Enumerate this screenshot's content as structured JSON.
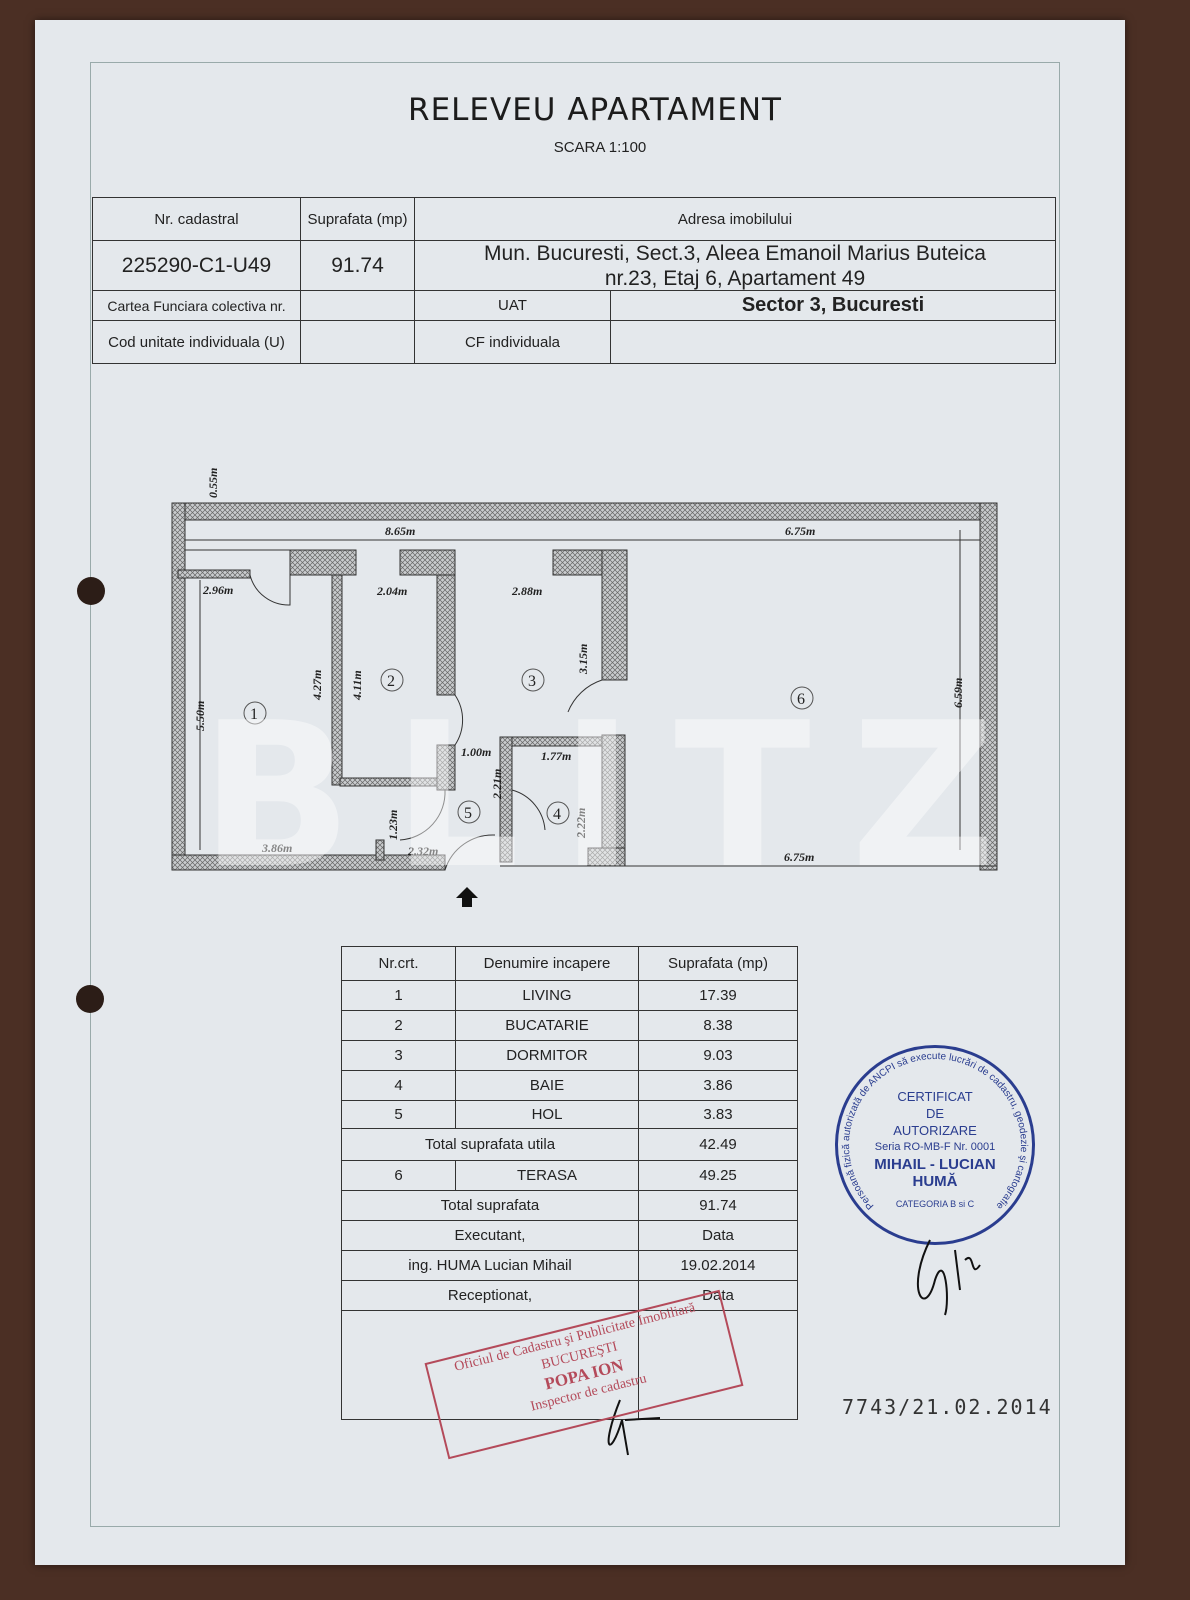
{
  "document": {
    "title": "RELEVEU APARTAMENT",
    "scale": "SCARA 1:100",
    "watermark": "BLITZ"
  },
  "header_table": {
    "col_cadastral": "Nr. cadastral",
    "col_area": "Suprafata (mp)",
    "col_address": "Adresa imobilului",
    "cadastral": "225290-C1-U49",
    "area": "91.74",
    "address_line1": "Mun. Bucuresti, Sect.3, Aleea Emanoil Marius Buteica",
    "address_line2": "nr.23,  Etaj 6,  Apartament 49",
    "cf_colectiva_label": "Cartea Funciara colectiva nr.",
    "uat_label": "UAT",
    "uat_value": "Sector 3, Bucuresti",
    "cod_unitate_label": "Cod unitate individuala (U)",
    "cf_individuala_label": "CF individuala"
  },
  "floorplan": {
    "dimensions": [
      "0.55m",
      "8.65m",
      "6.75m",
      "2.96m",
      "2.04m",
      "2.88m",
      "3.15m",
      "4.27m",
      "4.11m",
      "5.50m",
      "6.59m",
      "1.00m",
      "1.77m",
      "2.21m",
      "2.22m",
      "1.23m",
      "3.86m",
      "2.32m",
      "6.75m"
    ],
    "rooms": [
      "1",
      "2",
      "3",
      "4",
      "5",
      "6"
    ],
    "entrance_icon": "arrow-up-icon"
  },
  "rooms_table": {
    "headers": [
      "Nr.crt.",
      "Denumire incapere",
      "Suprafata (mp)"
    ],
    "rows": [
      {
        "nr": "1",
        "name": "LIVING",
        "area": "17.39"
      },
      {
        "nr": "2",
        "name": "BUCATARIE",
        "area": "8.38"
      },
      {
        "nr": "3",
        "name": "DORMITOR",
        "area": "9.03"
      },
      {
        "nr": "4",
        "name": "BAIE",
        "area": "3.86"
      },
      {
        "nr": "5",
        "name": "HOL",
        "area": "3.83"
      }
    ],
    "total_util_label": "Total suprafata utila",
    "total_util": "42.49",
    "terrace": {
      "nr": "6",
      "name": "TERASA",
      "area": "49.25"
    },
    "total_label": "Total suprafata",
    "total": "91.74",
    "executant_label": "Executant,",
    "data_label": "Data",
    "executant": "ing. HUMA Lucian Mihail",
    "executant_date": "19.02.2014",
    "receptionat_label": "Receptionat,",
    "receptionat_data_label": "Data"
  },
  "stamps": {
    "authorization": {
      "arc": "Persoană fizică autorizată de ANCPI să execute lucrări de cadastru, geodezie şi cartografie",
      "l1": "CERTIFICAT",
      "l2": "DE",
      "l3": "AUTORIZARE",
      "l4": "Seria RO-MB-F Nr. 0001",
      "l5": "MIHAIL - LUCIAN",
      "l6": "HUMĂ",
      "category": "CATEGORIA B si C",
      "color": "#2a3d8f"
    },
    "ocpi": {
      "l1": "Oficiul de Cadastru şi Publicitate Imobiliară",
      "l2": "BUCUREŞTI",
      "l3": "POPA ION",
      "l4": "Inspector de cadastru",
      "color": "#b44a5a"
    },
    "registration": "7743/21.02.2014"
  }
}
